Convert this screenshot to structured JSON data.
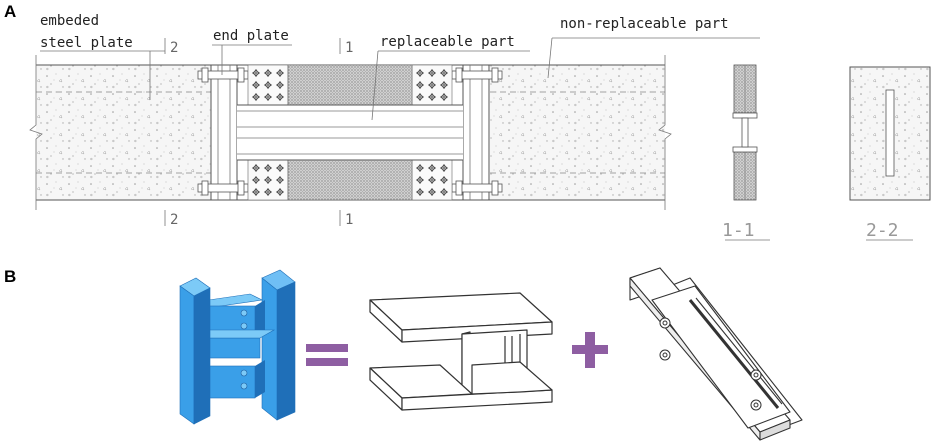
{
  "panels": {
    "a": {
      "letter": "A"
    },
    "b": {
      "letter": "B"
    }
  },
  "labels": {
    "embedded_line1": "embeded",
    "embedded_line2": "steel plate",
    "end_plate": "end plate",
    "replaceable": "replaceable part",
    "non_replaceable": "non-replaceable part"
  },
  "cut_marks": {
    "top_left": "2",
    "top_mid": "1",
    "bottom_left": "2",
    "bottom_mid": "1"
  },
  "sections": {
    "s1": "1-1",
    "s2": "2-2"
  },
  "colors": {
    "model_blue": "#3a9fe8",
    "model_blue_dark": "#1f6fb8",
    "operator_purple": "#8e5ea2"
  }
}
